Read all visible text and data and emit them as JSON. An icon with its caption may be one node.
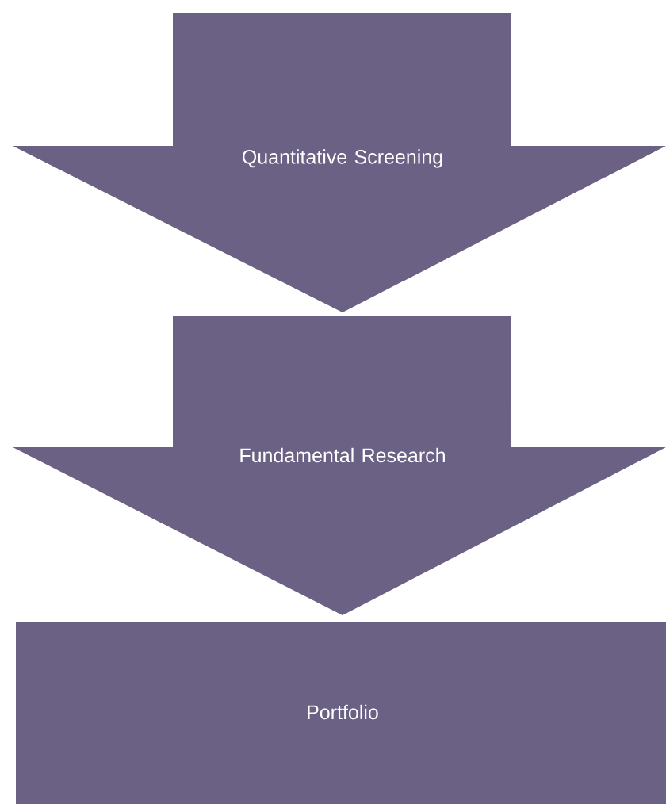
{
  "diagram": {
    "nodes": [
      {
        "text": [
          "Quantitative Screening"
        ]
      },
      {
        "text": [
          "Fundamental Research"
        ]
      },
      {
        "text": [
          "Portfolio"
        ]
      }
    ]
  }
}
